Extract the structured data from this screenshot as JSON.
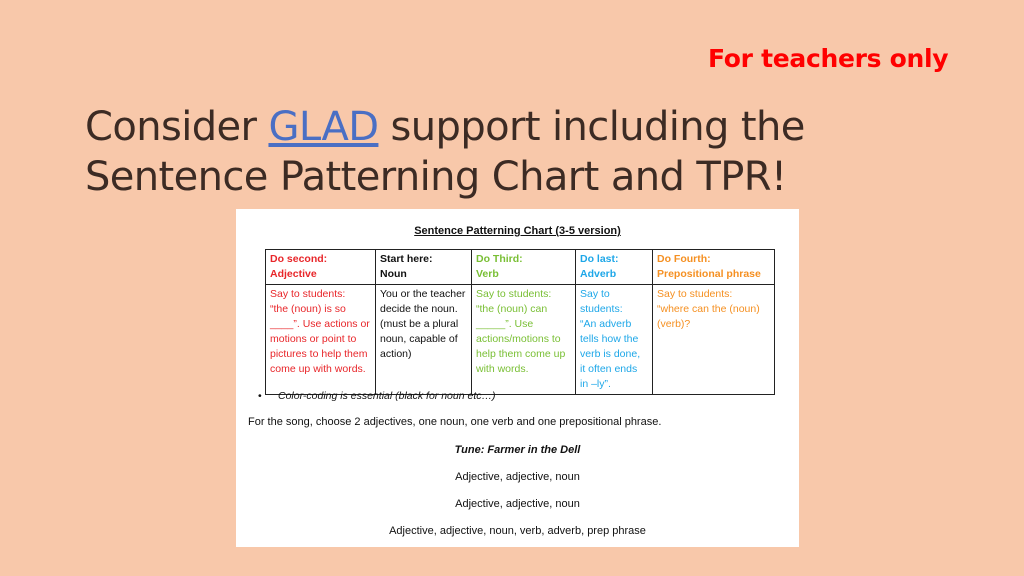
{
  "header": {
    "notice": "For teachers only",
    "title_prefix": "Consider ",
    "title_link": "GLAD",
    "title_suffix": " support including the Sentence Patterning Chart and TPR!"
  },
  "colors": {
    "background": "#f8c8aa",
    "notice": "#ff0000",
    "link": "#4a6fc4",
    "red": "#e8262a",
    "green": "#79bf34",
    "blue": "#1ea7e8",
    "orange": "#f59022"
  },
  "document": {
    "title": "Sentence Patterning Chart (3-5 version)",
    "columns": [
      {
        "heading_line1": "Do second:",
        "heading_line2": "Adjective",
        "body": "Say to students:\n“the (noun) is so ____”.  Use actions or motions or point to pictures to help them come up with words."
      },
      {
        "heading_line1": "Start here:",
        "heading_line2": "Noun",
        "body": "You or the teacher decide the noun.\n(must be a plural noun, capable of action)"
      },
      {
        "heading_line1": "Do Third:",
        "heading_line2": "Verb",
        "body": "Say to students:\n“the (noun) can _____”. Use actions/motions to help them come up with words."
      },
      {
        "heading_line1": "Do last:",
        "heading_line2": "Adverb",
        "body": "Say to students:\n“An adverb tells how the verb is done, it often ends in –ly”."
      },
      {
        "heading_line1": "Do Fourth:",
        "heading_line2": "Prepositional phrase",
        "body": "Say to students:\n“where can the (noun) (verb)?"
      }
    ],
    "bullet": "Color-coding is essential (black for noun etc…)",
    "song_instruction": "For the song, choose 2 adjectives, one noun, one verb and one prepositional phrase.",
    "tune": "Tune:  Farmer in the Dell",
    "pattern_line1": "Adjective, adjective, noun",
    "pattern_line2": "Adjective, adjective, noun",
    "pattern_line3": "Adjective, adjective, noun, verb, adverb, prep phrase"
  }
}
